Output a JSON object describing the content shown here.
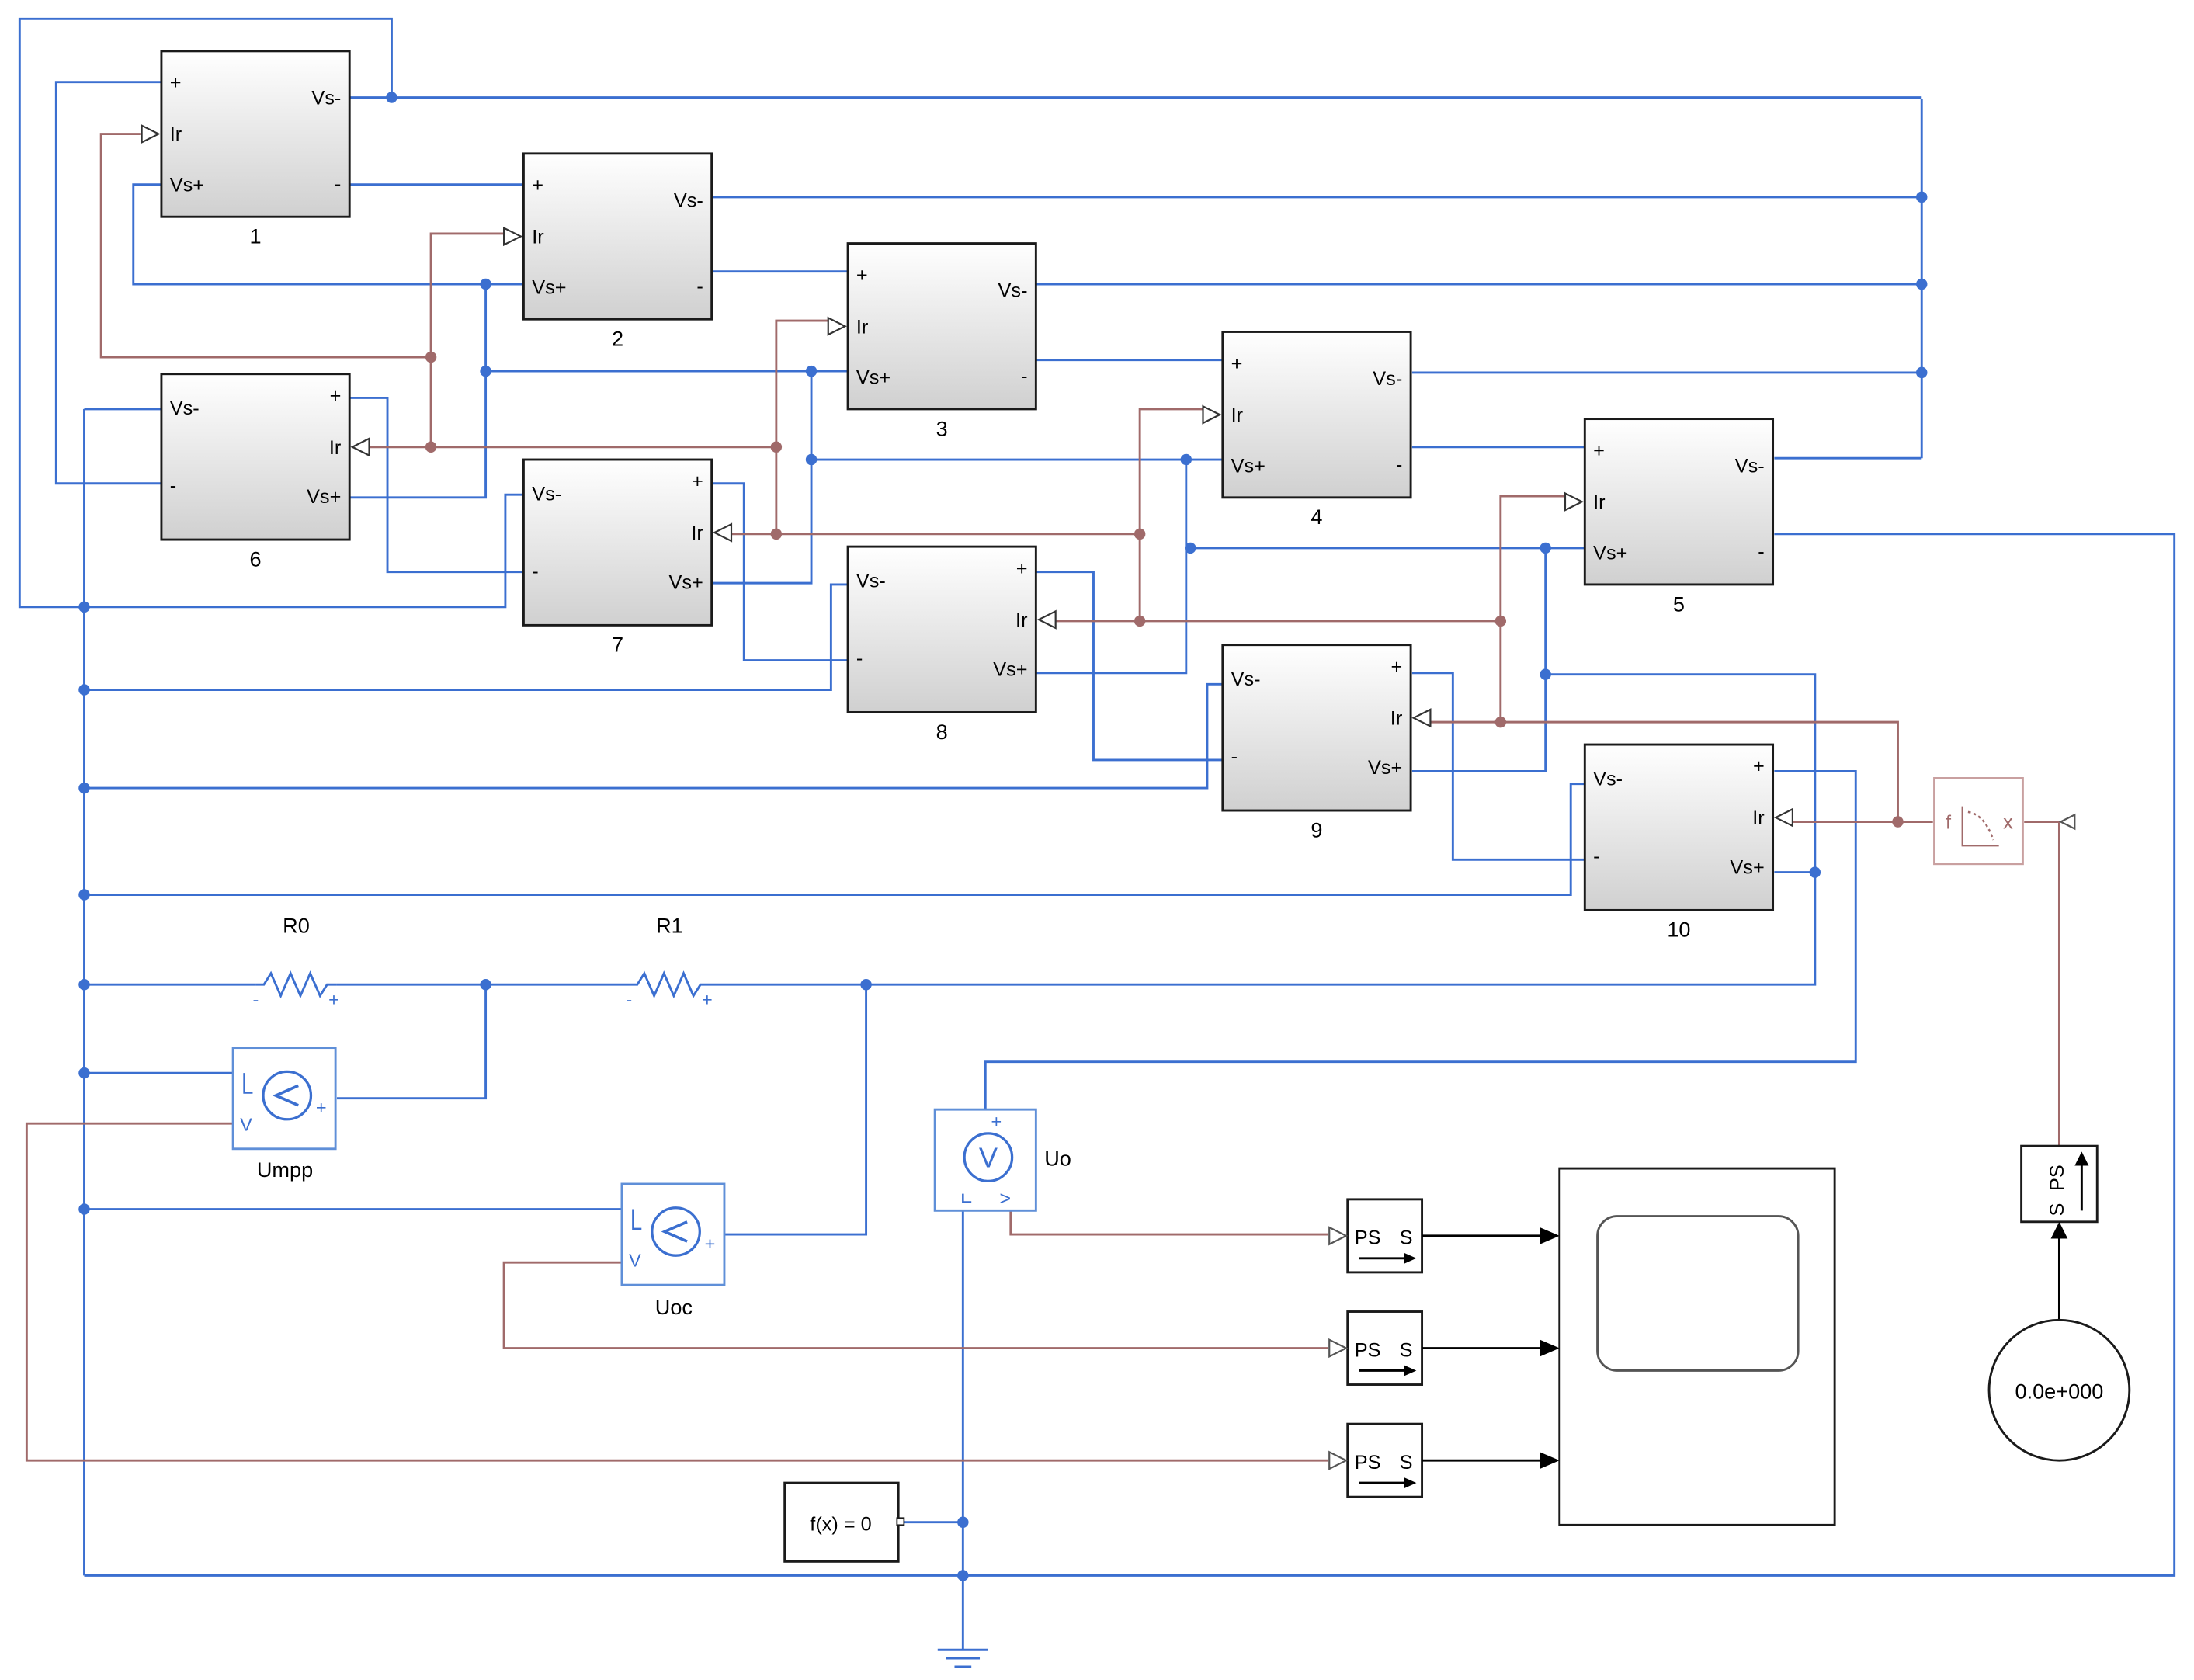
{
  "diagram": {
    "colors": {
      "electrical": "#3b6fd0",
      "physical_signal": "#a06a6a",
      "simulink_signal": "#000000",
      "block_border": "#1a1a1a",
      "block_fill_top": "#ffffff",
      "block_fill_bottom": "#d4d4d4",
      "sensor_blue": "#5f8fd8",
      "converter_pink": "#c9a0a0"
    },
    "cell_port_labels": {
      "plus": "+",
      "minus": "-",
      "vs_minus": "Vs-",
      "vs_plus": "Vs+",
      "ir": "Ir"
    },
    "cells": [
      {
        "name": "1"
      },
      {
        "name": "2"
      },
      {
        "name": "3"
      },
      {
        "name": "4"
      },
      {
        "name": "5"
      },
      {
        "name": "6"
      },
      {
        "name": "7"
      },
      {
        "name": "8"
      },
      {
        "name": "9"
      },
      {
        "name": "10"
      }
    ],
    "resistors": [
      {
        "name": "R0",
        "neg": "-",
        "pos": "+"
      },
      {
        "name": "R1",
        "neg": "-",
        "pos": "+"
      }
    ],
    "voltage_sensors": [
      {
        "name": "Umpp",
        "out": "V",
        "pos": "+",
        "neg": "-",
        "symbol": "V"
      },
      {
        "name": "Uoc",
        "out": "V",
        "pos": "+",
        "neg": "-",
        "symbol": "V"
      },
      {
        "name": "Uo",
        "out": "V",
        "pos": "+",
        "neg": "-",
        "symbol": "V"
      }
    ],
    "converters": [
      {
        "top": "PS",
        "side": "S"
      },
      {
        "top": "PS",
        "side": "S"
      },
      {
        "top": "PS",
        "side": "S"
      }
    ],
    "sps_converter": {
      "s": "S",
      "ps": "PS"
    },
    "constant": {
      "value": "0.0e+000"
    },
    "solver": {
      "label": "f(x) = 0"
    },
    "lookup": {
      "f": "f",
      "x": "x"
    }
  }
}
